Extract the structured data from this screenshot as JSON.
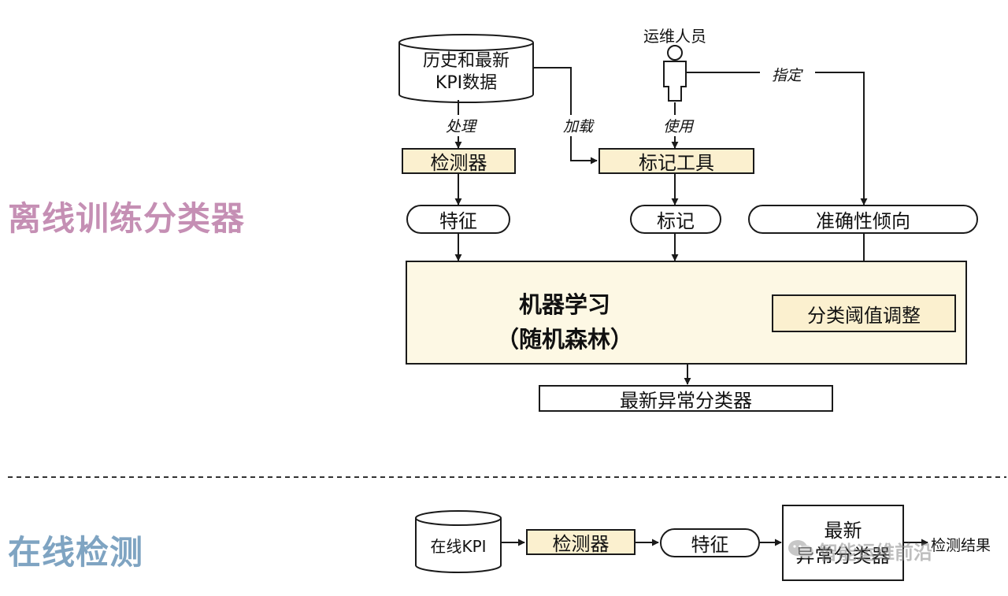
{
  "sections": {
    "offline": "离线训练分类器",
    "online": "在线检测"
  },
  "colors": {
    "offline_label": "#c58fb4",
    "online_label": "#7fa4c2",
    "yellow_fill": "#fbf0cf",
    "ml_fill": "#fdf8e4"
  },
  "offline": {
    "database": {
      "line1": "历史和最新",
      "line2": "KPI数据"
    },
    "operator": "运维人员",
    "edges": {
      "process": "处理",
      "load": "加载",
      "use": "使用",
      "assign": "指定"
    },
    "detector": "检测器",
    "labeling_tool": "标记工具",
    "feature": "特征",
    "label": "标记",
    "preference": "准确性倾向",
    "ml": {
      "line1": "机器学习",
      "line2": "（随机森林）"
    },
    "threshold": "分类阈值调整",
    "classifier": "最新异常分类器"
  },
  "online": {
    "database": "在线KPI",
    "detector": "检测器",
    "feature": "特征",
    "classifier": {
      "line1": "最新",
      "line2": "异常分类器"
    },
    "result": "检测结果"
  },
  "watermark": "智能运维前沿",
  "icons": {
    "operator": "person-icon",
    "watermark": "wechat-icon"
  }
}
